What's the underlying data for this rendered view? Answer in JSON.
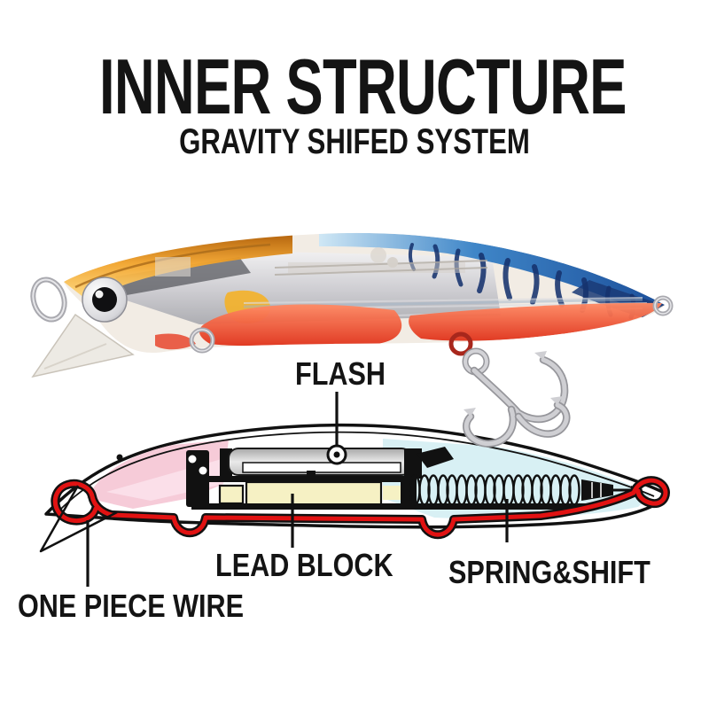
{
  "header": {
    "title": "INNER STRUCTURE",
    "subtitle": "GRAVITY SHIFED SYSTEM"
  },
  "diagram": {
    "labels": {
      "flash": "FLASH",
      "lead_block": "LEAD BLOCK",
      "spring_shift": "SPRING&SHIFT",
      "one_piece_wire": "ONE PIECE WIRE"
    }
  },
  "colors": {
    "background": "#ffffff",
    "text": "#141414",
    "wire_red": "#e11212",
    "lead_yellow": "#f6f1c4",
    "head_pink": "#f6cbd8",
    "tail_cyan": "#d8f0f4",
    "flash_silver": "#d9d9d9",
    "lure_blue": "#2f7cc4",
    "lure_orange": "#f2a42c",
    "belly_red": "#e63b20",
    "outline_black": "#111111"
  }
}
